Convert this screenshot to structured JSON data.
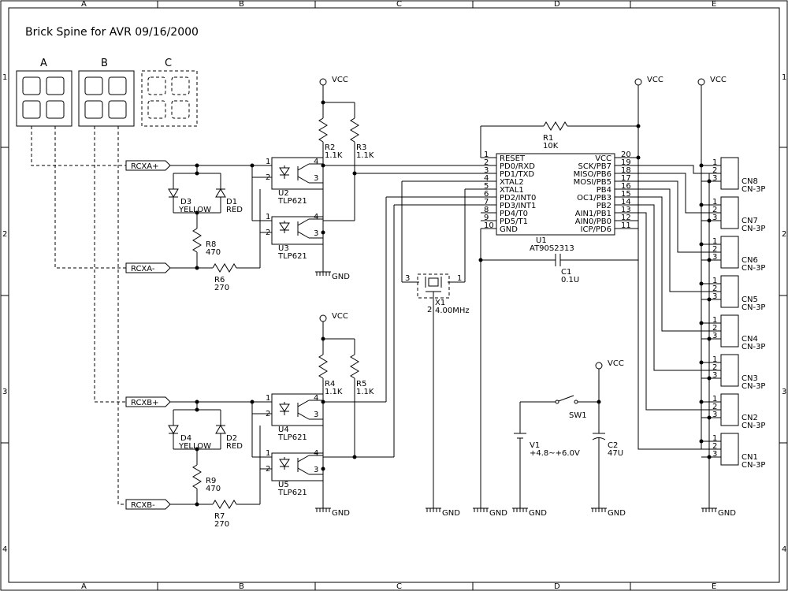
{
  "title": "Brick Spine for AVR 09/16/2000",
  "border": {
    "col_labels": [
      "A",
      "B",
      "C",
      "D",
      "E"
    ],
    "row_labels": [
      "1",
      "2",
      "3",
      "4"
    ]
  },
  "bricks": [
    "A",
    "B",
    "C"
  ],
  "connectors_in": {
    "rcxa_plus": "RCXA+",
    "rcxa_minus": "RCXA-",
    "rcxb_plus": "RCXB+",
    "rcxb_minus": "RCXB-"
  },
  "power": {
    "vcc": "VCC",
    "gnd": "GND"
  },
  "parts": {
    "r1": {
      "ref": "R1",
      "value": "10K"
    },
    "r2": {
      "ref": "R2",
      "value": "1.1K"
    },
    "r3": {
      "ref": "R3",
      "value": "1.1K"
    },
    "r4": {
      "ref": "R4",
      "value": "1.1K"
    },
    "r5": {
      "ref": "R5",
      "value": "1.1K"
    },
    "r6": {
      "ref": "R6",
      "value": "270"
    },
    "r7": {
      "ref": "R7",
      "value": "270"
    },
    "r8": {
      "ref": "R8",
      "value": "470"
    },
    "r9": {
      "ref": "R9",
      "value": "470"
    },
    "d1": {
      "ref": "D1",
      "value": "RED"
    },
    "d2": {
      "ref": "D2",
      "value": "RED"
    },
    "d3": {
      "ref": "D3",
      "value": "YELLOW"
    },
    "d4": {
      "ref": "D4",
      "value": "YELLOW"
    },
    "u2": {
      "ref": "U2",
      "value": "TLP621"
    },
    "u3": {
      "ref": "U3",
      "value": "TLP621"
    },
    "u4": {
      "ref": "U4",
      "value": "TLP621"
    },
    "u5": {
      "ref": "U5",
      "value": "TLP621"
    },
    "c1": {
      "ref": "C1",
      "value": "0.1U"
    },
    "c2": {
      "ref": "C2",
      "value": "47U"
    },
    "x1": {
      "ref": "X1",
      "value": "4.00MHz"
    },
    "v1": {
      "ref": "V1",
      "value": "+4.8~+6.0V"
    },
    "sw1": {
      "ref": "SW1"
    },
    "u1": {
      "ref": "U1",
      "value": "AT90S2313"
    }
  },
  "opto_pins": [
    "1",
    "2",
    "4",
    "3"
  ],
  "xtal_pins": [
    "3",
    "1",
    "2"
  ],
  "mcu": {
    "left_pins": [
      {
        "num": "1",
        "name": "RESET"
      },
      {
        "num": "2",
        "name": "PD0/RXD"
      },
      {
        "num": "3",
        "name": "PD1/TXD"
      },
      {
        "num": "4",
        "name": "XTAL2"
      },
      {
        "num": "5",
        "name": "XTAL1"
      },
      {
        "num": "6",
        "name": "PD2/INT0"
      },
      {
        "num": "7",
        "name": "PD3/INT1"
      },
      {
        "num": "8",
        "name": "PD4/T0"
      },
      {
        "num": "9",
        "name": "PD5/T1"
      },
      {
        "num": "10",
        "name": "GND"
      }
    ],
    "right_pins": [
      {
        "num": "20",
        "name": "VCC"
      },
      {
        "num": "19",
        "name": "SCK/PB7"
      },
      {
        "num": "18",
        "name": "MISO/PB6"
      },
      {
        "num": "17",
        "name": "MOSI/PB5"
      },
      {
        "num": "16",
        "name": "PB4"
      },
      {
        "num": "15",
        "name": "OC1/PB3"
      },
      {
        "num": "14",
        "name": "PB2"
      },
      {
        "num": "13",
        "name": "AIN1/PB1"
      },
      {
        "num": "12",
        "name": "AIN0/PB0"
      },
      {
        "num": "11",
        "name": "ICP/PD6"
      }
    ]
  },
  "connectors_out": [
    {
      "ref": "CN8",
      "type": "CN-3P"
    },
    {
      "ref": "CN7",
      "type": "CN-3P"
    },
    {
      "ref": "CN6",
      "type": "CN-3P"
    },
    {
      "ref": "CN5",
      "type": "CN-3P"
    },
    {
      "ref": "CN4",
      "type": "CN-3P"
    },
    {
      "ref": "CN3",
      "type": "CN-3P"
    },
    {
      "ref": "CN2",
      "type": "CN-3P"
    },
    {
      "ref": "CN1",
      "type": "CN-3P"
    }
  ],
  "cn_pins": [
    "1",
    "2",
    "3"
  ]
}
